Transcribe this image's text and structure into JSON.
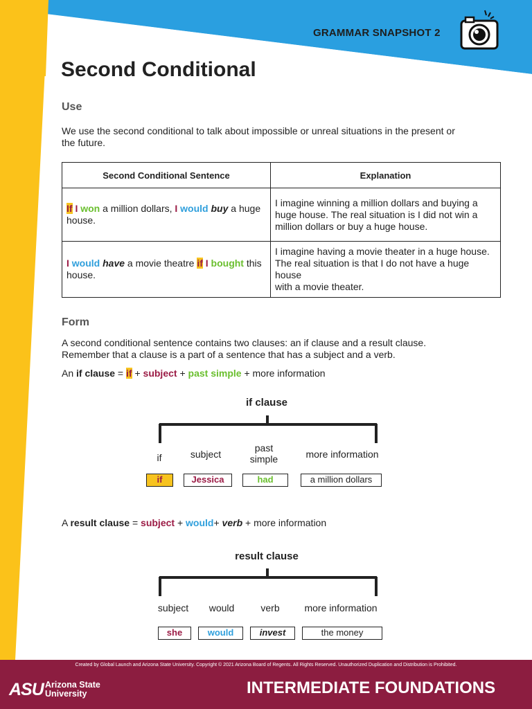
{
  "header": {
    "snapshot_label": "GRAMMAR SNAPSHOT 2",
    "title": "Second Conditional"
  },
  "use": {
    "heading": "Use",
    "text_line1": "We use the second conditional to talk about impossible or unreal situations in the present or",
    "text_line2": "the future."
  },
  "table": {
    "col1_header": "Second Conditional Sentence",
    "col2_header": "Explanation",
    "row1": {
      "if": "If",
      "i1": "I",
      "won": "won",
      "mid": " a million dollars, ",
      "i2": "I",
      "would": "would",
      "buy": "buy",
      "tail": " a huge",
      "line2": "house.",
      "expl": [
        "I imagine winning a million dollars and buying a",
        "huge house. The real situation is I did not win a",
        "million dollars or buy a huge house."
      ]
    },
    "row2": {
      "i1": "I",
      "would": "would",
      "have": "have",
      "mid": " a movie theatre ",
      "if": "if",
      "i2": "I",
      "bought": "bought",
      "tail": " this",
      "line2": "house.",
      "expl": [
        "I imagine having a movie theater in a huge house.",
        "The real situation is that I do not have a huge house",
        "with a movie theater."
      ]
    }
  },
  "form": {
    "heading": "Form",
    "text_line1": "A second conditional sentence contains two clauses: an if clause and a result clause.",
    "text_line2": "Remember that a clause is a part of a sentence that has a subject and a verb.",
    "if_formula": {
      "an": "An ",
      "if_clause": "if clause",
      "eq": " = ",
      "if": "if",
      "plus1": " + ",
      "subject": "subject",
      "plus2": " + ",
      "past_simple": "past simple",
      "tail": " + more information"
    },
    "if_diagram": {
      "title": "if clause",
      "labels": [
        "if",
        "subject",
        "past",
        "simple",
        "more information"
      ],
      "boxes": [
        "if",
        "Jessica",
        "had",
        "a million dollars"
      ]
    },
    "result_formula": {
      "a": "A ",
      "result_clause": "result clause",
      "eq": " = ",
      "subject": "subject",
      "plus1": " + ",
      "would": "would",
      "plus2": "+ ",
      "verb": "verb",
      "tail": " + more information"
    },
    "result_diagram": {
      "title": "result clause",
      "labels": [
        "subject",
        "would",
        "verb",
        "more information"
      ],
      "boxes": [
        "she",
        "would",
        "invest",
        "the money"
      ]
    }
  },
  "footer": {
    "copyright": "Created by Global Launch and Arizona State University. Copyright © 2021 Arizona Board of Regents. All Rights Reserved. Unauthorized Duplication and Distribution is Prohibited.",
    "logo_text": "ASU",
    "university_line1": "Arizona State",
    "university_line2": "University",
    "course_title": "INTERMEDIATE FOUNDATIONS"
  },
  "colors": {
    "blue_band": "#2a9fe0",
    "yellow_band": "#fbc21a",
    "footer_maroon": "#8c1d40",
    "subject_red": "#9b1b45",
    "would_blue": "#2f9fdc",
    "past_green": "#6abf2e",
    "if_highlight": "#f7c31f"
  },
  "icons": [
    "camera-icon"
  ]
}
